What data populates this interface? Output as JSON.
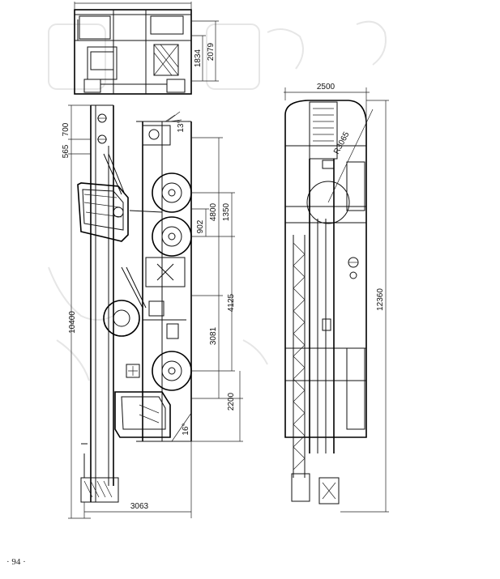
{
  "page_number": "· 94 ·",
  "top_view": {
    "dimensions": [
      "1834",
      "2079"
    ]
  },
  "side_view": {
    "dimensions": {
      "top_offset": "700",
      "second_offset": "565",
      "total_length": "10400",
      "axle_height": "4800",
      "axle_spacing": "1350",
      "axle_gap": "902",
      "middle_spacing": "4125",
      "lower_spacing": "3081",
      "rear_overhang": "2200",
      "width": "3063",
      "angle_top": "13°",
      "angle_bottom": "16°"
    }
  },
  "plan_view": {
    "dimensions": {
      "width": "2500",
      "radius": "R3065",
      "length": "12360"
    }
  }
}
